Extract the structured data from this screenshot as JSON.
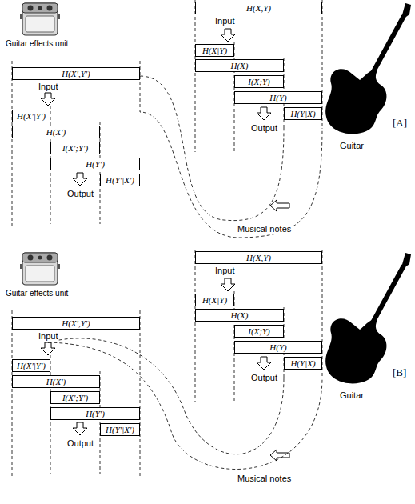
{
  "diagram": {
    "nodes": [
      {
        "text": [
          "H(X',Y')"
        ]
      },
      {
        "text": [
          "H(X'|Y')"
        ]
      },
      {
        "text": [
          "H(X')"
        ]
      },
      {
        "text": [
          "I(X';Y')"
        ]
      },
      {
        "text": [
          "H(Y')"
        ]
      },
      {
        "text": [
          "H(Y'|X')"
        ]
      },
      {
        "text": [
          "H(X,Y)"
        ]
      },
      {
        "text": [
          "H(X|Y)"
        ]
      },
      {
        "text": [
          "H(X)"
        ]
      },
      {
        "text": [
          "I(X;Y)"
        ]
      },
      {
        "text": [
          "H(Y)"
        ]
      },
      {
        "text": [
          "H(Y|X)"
        ]
      },
      {
        "text": [
          "H(X',Y')"
        ]
      },
      {
        "text": [
          "H(X'|Y')"
        ]
      },
      {
        "text": [
          "H(X')"
        ]
      },
      {
        "text": [
          "I(X';Y')"
        ]
      },
      {
        "text": [
          "H(Y')"
        ]
      },
      {
        "text": [
          "H(Y'|X')"
        ]
      },
      {
        "text": [
          "H(X,Y)"
        ]
      },
      {
        "text": [
          "H(X|Y)"
        ]
      },
      {
        "text": [
          "H(X)"
        ]
      },
      {
        "text": [
          "I(X;Y)"
        ]
      },
      {
        "text": [
          "H(Y)"
        ]
      },
      {
        "text": [
          "H(Y|X)"
        ]
      }
    ],
    "labels": [
      "Guitar effects unit",
      "Input",
      "Output",
      "Input",
      "Output",
      "Guitar",
      "Musical notes",
      "[A]",
      "Guitar effects unit",
      "Input",
      "Output",
      "Input",
      "Output",
      "Guitar",
      "Musical notes",
      "[B]"
    ]
  }
}
